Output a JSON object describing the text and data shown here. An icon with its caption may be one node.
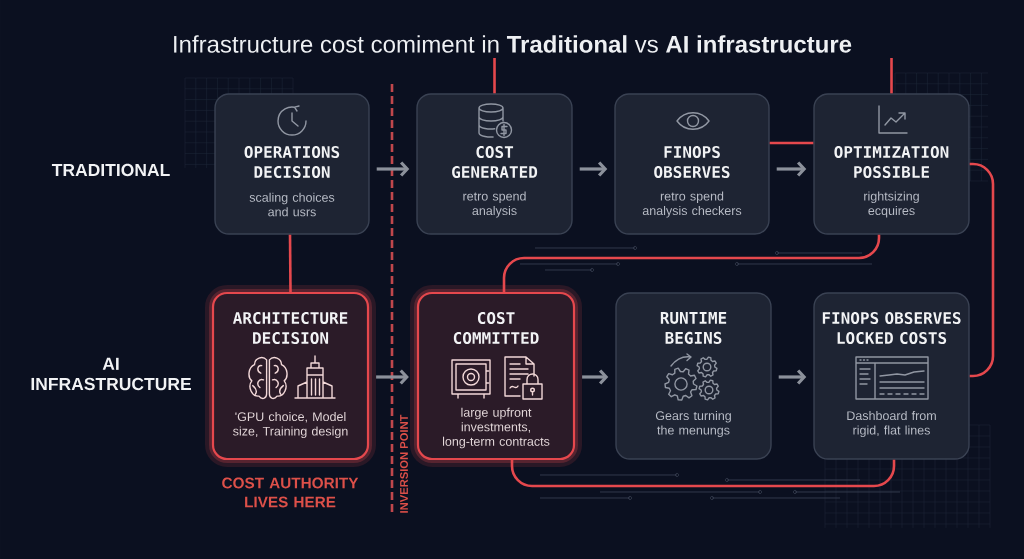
{
  "diagram": {
    "title": "Infrastructure cost comiment in **Traditional** vs **AI infrastructure**",
    "nodes": [
      {
        "text": [
          "OPERATIONS DECISION",
          "scaling choices and usrs"
        ]
      },
      {
        "text": [
          "COST GENERATED",
          "retro spend analysis"
        ]
      },
      {
        "text": [
          "FINOPS OBSERVES",
          "retro spend analysis checkers"
        ]
      },
      {
        "text": [
          "OPTIMIZATION POSSIBLE",
          "rightsizing ecquires"
        ]
      },
      {
        "text": [
          "ARCHITECTURE DECISION",
          "'GPU choice, Model size, Training design"
        ],
        "beside": [
          "COST AUTHORITY LIVES HERE"
        ]
      },
      {
        "text": [
          "COST COMMITTED",
          "large upfront investments, long-term contracts"
        ]
      },
      {
        "text": [
          "RUNTIME BEGINS",
          "Gears turning the menungs"
        ]
      },
      {
        "text": [
          "FINOPS OBSERVES LOCKED COSTS",
          "Dashboard from rigid, flat lines"
        ]
      }
    ],
    "edges": [
      {
        "from": 0,
        "to": 1,
        "arrow": "to",
        "color": "#8c919b"
      },
      {
        "from": 1,
        "to": 2,
        "arrow": "to",
        "color": "#8c919b"
      },
      {
        "from": 2,
        "to": 3,
        "arrow": "to",
        "color": "#8c919b"
      },
      {
        "from": 4,
        "to": 5,
        "arrow": "to",
        "color": "#8c919b"
      },
      {
        "from": 5,
        "to": 6,
        "arrow": "to",
        "color": "#8c919b"
      },
      {
        "from": 6,
        "to": 7,
        "arrow": "to",
        "color": "#8c919b"
      },
      {
        "from": 0,
        "to": 4,
        "arrow": "none"
      },
      {
        "from": 2,
        "to": 3,
        "arrow": "none"
      },
      {
        "from": 3,
        "to": 7,
        "arrow": "none"
      },
      {
        "from": 5,
        "to": 3,
        "arrow": "none"
      },
      {
        "from": 5,
        "to": 7,
        "arrow": "none"
      },
      {
        "from": null,
        "to": 1,
        "arrow": "none"
      },
      {
        "from": null,
        "to": 3,
        "arrow": "none"
      }
    ],
    "labels": [
      "TRADITIONAL",
      "AI INFRASTRUCTURE",
      "INVERSION POINT"
    ]
  }
}
